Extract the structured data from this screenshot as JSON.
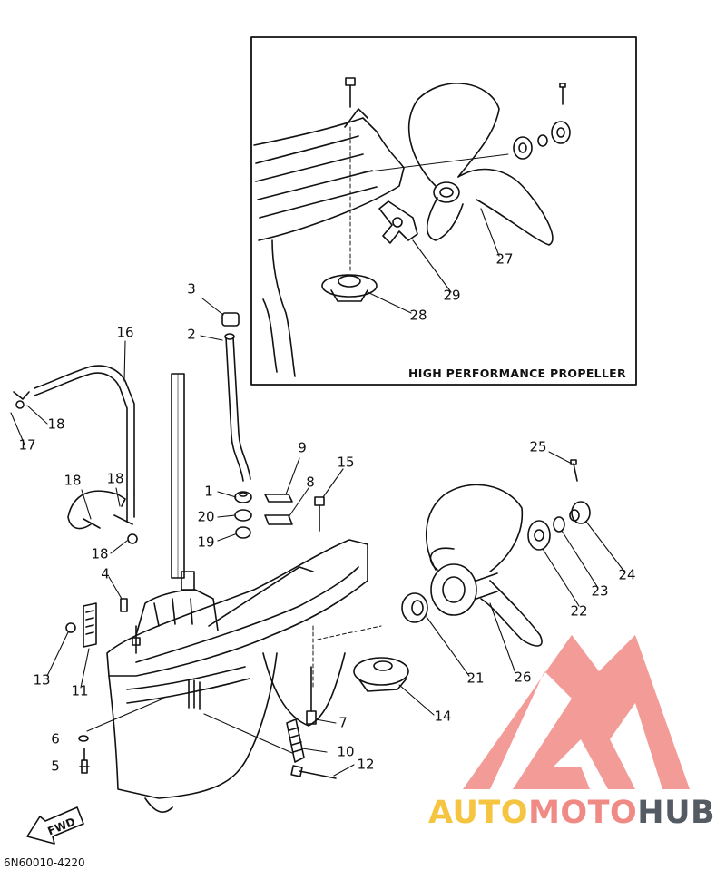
{
  "inset": {
    "title": "HIGH PERFORMANCE PROPELLER"
  },
  "document_code": "6N60010-4220",
  "fwd_label": "FWD",
  "brand": {
    "part1": "AUTO",
    "part2": "MOTO",
    "part3": "HUB",
    "colors": {
      "part1": "#f5c542",
      "part2": "#f08a85",
      "part3": "#555b63",
      "logo": "#f08a85"
    }
  },
  "callouts": [
    {
      "id": "c1",
      "text": "1"
    },
    {
      "id": "c2",
      "text": "2"
    },
    {
      "id": "c3",
      "text": "3"
    },
    {
      "id": "c4",
      "text": "4"
    },
    {
      "id": "c5",
      "text": "5"
    },
    {
      "id": "c6",
      "text": "6"
    },
    {
      "id": "c7",
      "text": "7"
    },
    {
      "id": "c8",
      "text": "8"
    },
    {
      "id": "c9",
      "text": "9"
    },
    {
      "id": "c10",
      "text": "10"
    },
    {
      "id": "c11",
      "text": "11"
    },
    {
      "id": "c12",
      "text": "12"
    },
    {
      "id": "c13",
      "text": "13"
    },
    {
      "id": "c14",
      "text": "14"
    },
    {
      "id": "c15",
      "text": "15"
    },
    {
      "id": "c16",
      "text": "16"
    },
    {
      "id": "c17",
      "text": "17"
    },
    {
      "id": "c18a",
      "text": "18"
    },
    {
      "id": "c18b",
      "text": "18"
    },
    {
      "id": "c18c",
      "text": "18"
    },
    {
      "id": "c18d",
      "text": "18"
    },
    {
      "id": "c19",
      "text": "19"
    },
    {
      "id": "c20",
      "text": "20"
    },
    {
      "id": "c21",
      "text": "21"
    },
    {
      "id": "c22",
      "text": "22"
    },
    {
      "id": "c23",
      "text": "23"
    },
    {
      "id": "c24",
      "text": "24"
    },
    {
      "id": "c25",
      "text": "25"
    },
    {
      "id": "c26",
      "text": "26"
    },
    {
      "id": "c27",
      "text": "27"
    },
    {
      "id": "c28",
      "text": "28"
    },
    {
      "id": "c29",
      "text": "29"
    }
  ]
}
